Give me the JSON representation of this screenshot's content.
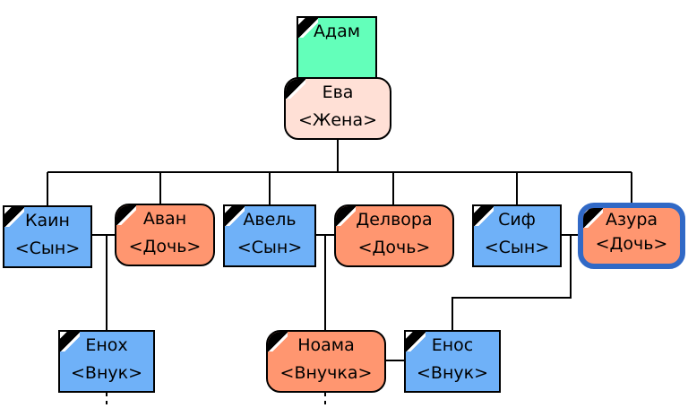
{
  "colors": {
    "male": "#6FB1F8",
    "female": "#FF9670",
    "wife": "#FFE0D6",
    "root": "#63FFBA",
    "selection": "#3169C6"
  },
  "nodes": {
    "adam": {
      "name": "Адам",
      "role": ""
    },
    "eva": {
      "name": "Ева",
      "role": "<Жена>"
    },
    "kain": {
      "name": "Каин",
      "role": "<Сын>"
    },
    "avan": {
      "name": "Аван",
      "role": "<Дочь>"
    },
    "avel": {
      "name": "Авель",
      "role": "<Сын>"
    },
    "delvora": {
      "name": "Делвора",
      "role": "<Дочь>"
    },
    "sif": {
      "name": "Сиф",
      "role": "<Сын>"
    },
    "azura": {
      "name": "Азура",
      "role": "<Дочь>",
      "selected": true
    },
    "enoh": {
      "name": "Енох",
      "role": "<Внук>"
    },
    "noama": {
      "name": "Ноама",
      "role": "<Внучка>"
    },
    "enos": {
      "name": "Енос",
      "role": "<Внук>"
    }
  }
}
